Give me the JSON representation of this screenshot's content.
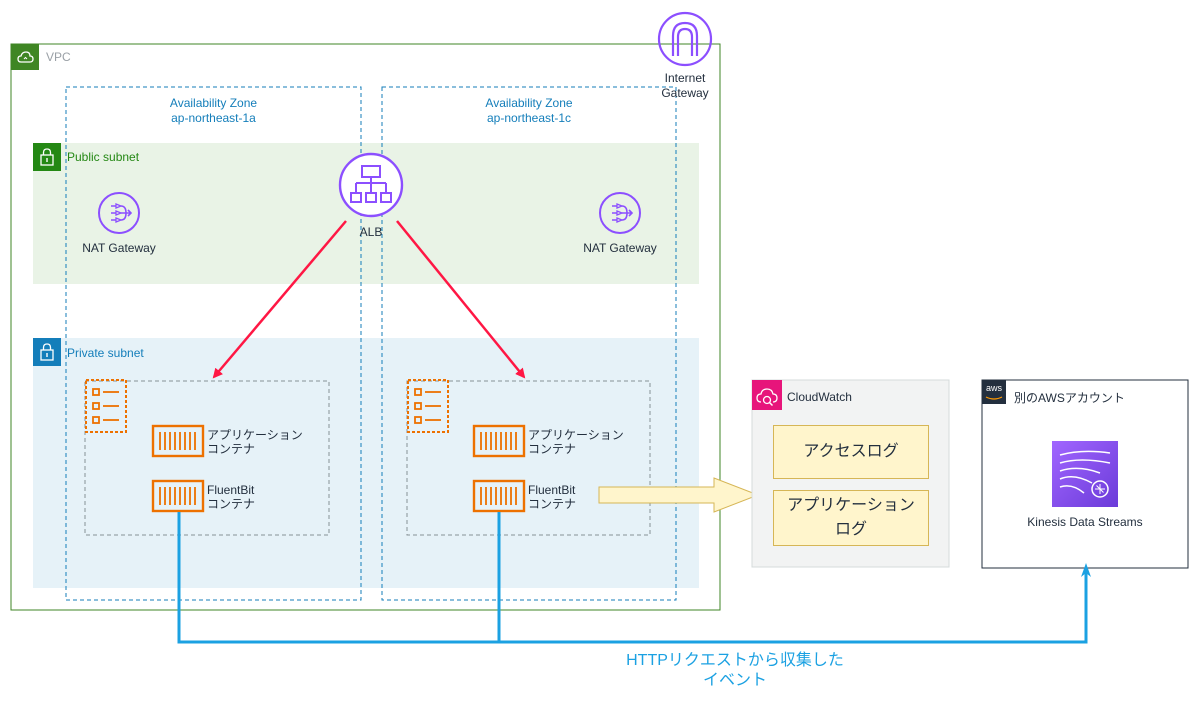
{
  "vpc": {
    "label": "VPC"
  },
  "internet_gateway": {
    "line1": "Internet",
    "line2": "Gateway"
  },
  "zones": [
    {
      "line1": "Availability Zone",
      "line2": "ap-northeast-1a"
    },
    {
      "line1": "Availability Zone",
      "line2": "ap-northeast-1c"
    }
  ],
  "public_subnet": {
    "label": "Public subnet"
  },
  "private_subnet": {
    "label": "Private subnet"
  },
  "alb": {
    "label": "ALB"
  },
  "nat_gateways": [
    {
      "label": "NAT Gateway"
    },
    {
      "label": "NAT Gateway"
    }
  ],
  "tasks": [
    {
      "app_line1": "アプリケーション",
      "app_line2": "コンテナ",
      "fb_line1": "FluentBit",
      "fb_line2": "コンテナ"
    },
    {
      "app_line1": "アプリケーション",
      "app_line2": "コンテナ",
      "fb_line1": "FluentBit",
      "fb_line2": "コンテナ"
    }
  ],
  "cloudwatch": {
    "label": "CloudWatch",
    "access_log": "アクセスログ",
    "app_log_line1": "アプリケーション",
    "app_log_line2": "ログ"
  },
  "other_account": {
    "label": "別のAWSアカウント",
    "badge": "aws",
    "kinesis_label": "Kinesis Data Streams"
  },
  "flow": {
    "line1": "HTTPリクエストから収集した",
    "line2": "イベント"
  },
  "colors": {
    "vpc_border": "#3f8624",
    "az_border": "#147eba",
    "public_fill": "#e9f3e6",
    "private_fill": "#e6f2f8",
    "purple": "#8c4fff",
    "orange": "#ed7100",
    "red_arrow": "#ff1744",
    "blue_line": "#1ba1e2",
    "cloudwatch_pink": "#e7157b"
  }
}
